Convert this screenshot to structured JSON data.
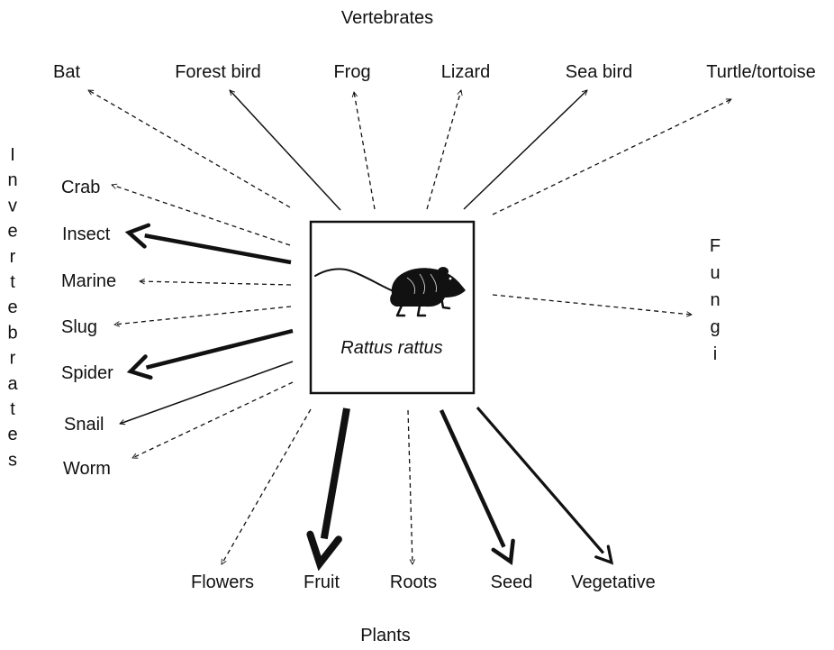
{
  "center": {
    "label": "Rattus rattus"
  },
  "groups": {
    "vertebrates": "Vertebrates",
    "invertebrates": "Invertebrates",
    "fungi": "Fungi",
    "plants": "Plants"
  },
  "targets": {
    "vertebrates": [
      {
        "key": "bat",
        "label": "Bat",
        "link": "dashed"
      },
      {
        "key": "forest-bird",
        "label": "Forest bird",
        "link": "thin"
      },
      {
        "key": "frog",
        "label": "Frog",
        "link": "dashed"
      },
      {
        "key": "lizard",
        "label": "Lizard",
        "link": "dashed"
      },
      {
        "key": "sea-bird",
        "label": "Sea bird",
        "link": "thin"
      },
      {
        "key": "turtle-tortoise",
        "label": "Turtle/tortoise",
        "link": "dashed"
      }
    ],
    "invertebrates": [
      {
        "key": "crab",
        "label": "Crab",
        "link": "dashed"
      },
      {
        "key": "insect",
        "label": "Insect",
        "link": "thick"
      },
      {
        "key": "marine",
        "label": "Marine",
        "link": "dashed"
      },
      {
        "key": "slug",
        "label": "Slug",
        "link": "dashed"
      },
      {
        "key": "spider",
        "label": "Spider",
        "link": "thick"
      },
      {
        "key": "snail",
        "label": "Snail",
        "link": "thin"
      },
      {
        "key": "worm",
        "label": "Worm",
        "link": "dashed"
      }
    ],
    "fungi": [
      {
        "key": "fungi",
        "label": "",
        "link": "dashed"
      }
    ],
    "plants": [
      {
        "key": "flowers",
        "label": "Flowers",
        "link": "dashed"
      },
      {
        "key": "fruit",
        "label": "Fruit",
        "link": "heavy"
      },
      {
        "key": "roots",
        "label": "Roots",
        "link": "dashed"
      },
      {
        "key": "seed",
        "label": "Seed",
        "link": "thick"
      },
      {
        "key": "vegetative",
        "label": "Vegetative",
        "link": "medium"
      }
    ]
  },
  "icons": {
    "center": "rat-icon"
  },
  "colors": {
    "ink": "#111111",
    "background": "#ffffff"
  }
}
